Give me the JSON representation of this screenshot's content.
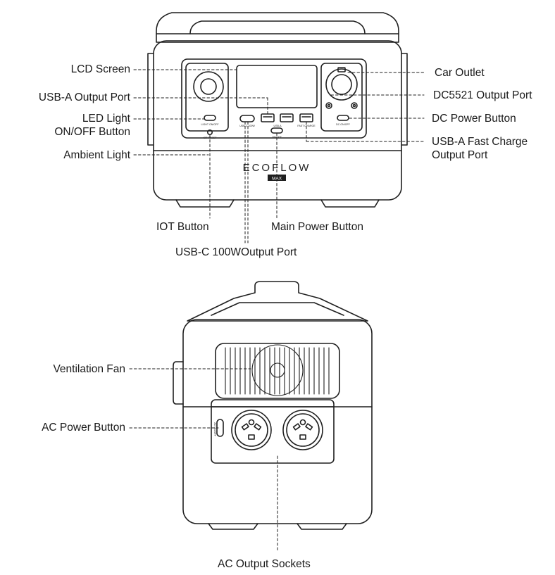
{
  "labels": {
    "lcd_screen": "LCD Screen",
    "usb_a_output": "USB-A Output Port",
    "led_light_1": "LED Light",
    "led_light_2": "ON/OFF Button",
    "ambient_light": "Ambient Light",
    "car_outlet": "Car Outlet",
    "dc5521_output": "DC5521 Output Port",
    "dc_power_button": "DC Power Button",
    "usb_a_fast_1": "USB-A Fast Charge",
    "usb_a_fast_2": "Output Port",
    "iot_button": "IOT Button",
    "main_power_button": "Main Power Button",
    "usb_c_output": "USB-C 100WOutput Port",
    "ventilation_fan": "Ventilation Fan",
    "ac_power_button": "AC Power Button",
    "ac_output_sockets": "AC Output Sockets"
  },
  "device": {
    "brand": "ECOFLOW",
    "model": "MAX",
    "panel_small_text": {
      "light_on_off": "LIGHT ON/OFF",
      "iot_reset": "IOT RESET",
      "usb_c": "USB-C 100W",
      "usb_a": "USB-A",
      "fast_charge": "FAST CHARGE",
      "on_off": "ON/OFF",
      "dc_on_off": "DC ON/OFF",
      "ac_on_off": "AC ON/OFF"
    }
  },
  "colors": {
    "line": "#1f1f1f",
    "background": "#ffffff"
  }
}
